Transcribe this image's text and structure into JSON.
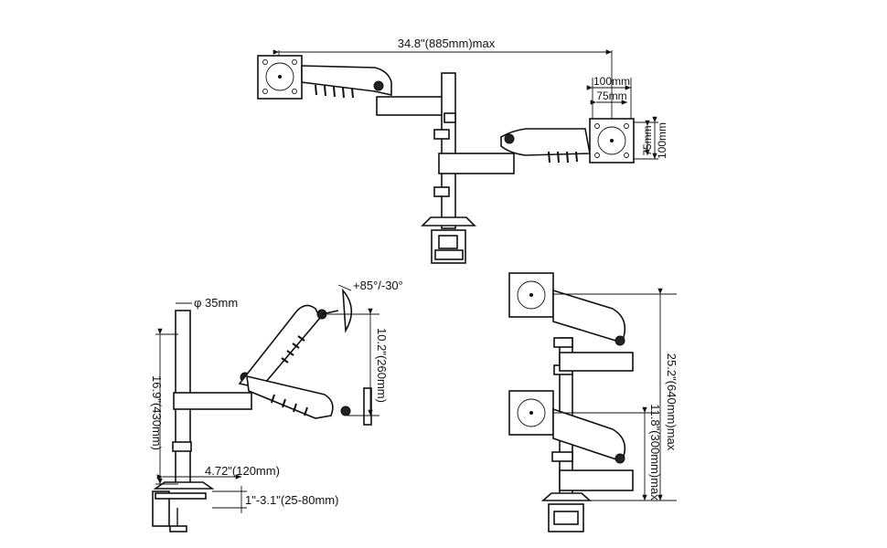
{
  "top_view": {
    "overall_width": "34.8\"(885mm)max",
    "vesa_large_h": "100mm",
    "vesa_small_h": "75mm",
    "vesa_small_v": "75mm",
    "vesa_large_v": "100mm"
  },
  "side_view": {
    "pole_diameter": "φ 35mm",
    "tilt_range": "+85°/-30°",
    "arm_height": "10.2\"(260mm)",
    "pole_height": "16.9\"(430mm)",
    "arm_offset": "4.72\"(120mm)",
    "clamp_range": "1\"-3.1\"(25-80mm)"
  },
  "front_view": {
    "max_height": "25.2\"(640mm)max",
    "lower_height": "11.8\"(300mm)max"
  },
  "colors": {
    "line": "#111111",
    "background": "#ffffff"
  }
}
